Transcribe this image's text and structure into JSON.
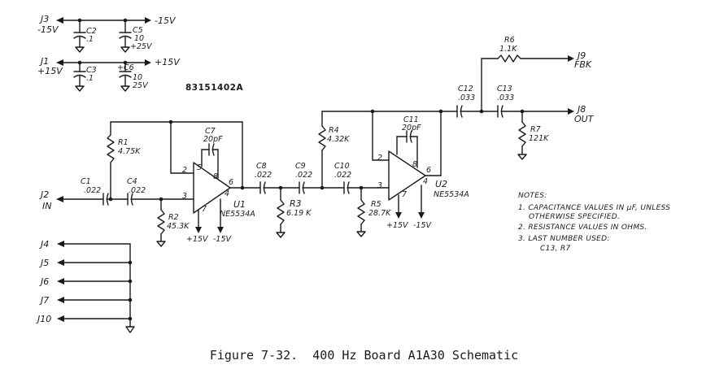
{
  "part_number": "83151402A",
  "connectors": {
    "j3": [
      "J3",
      "-15V"
    ],
    "j1": [
      "J1",
      "+15V"
    ],
    "j2": [
      "J2",
      "IN"
    ],
    "j9": [
      "J9",
      "FBK"
    ],
    "j8": [
      "J8",
      "OUT"
    ],
    "j4": "J4",
    "j5": "J5",
    "j6": "J6",
    "j7": "J7",
    "j10": "J10"
  },
  "rails": {
    "neg": "-15V",
    "pos": "+15V"
  },
  "capacitors": {
    "c2": [
      "C2",
      ".1"
    ],
    "c5": [
      "C5",
      "10",
      "+25V"
    ],
    "c3": [
      "C3",
      ".1"
    ],
    "c6": [
      "+C6",
      "10",
      "25V"
    ],
    "c1": [
      "C1",
      ".022"
    ],
    "c4": [
      "C4",
      ".022"
    ],
    "c7": [
      "C7",
      "20pF"
    ],
    "c8": [
      "C8",
      ".022"
    ],
    "c9": [
      "C9",
      ".022"
    ],
    "c10": [
      "C10",
      ".022"
    ],
    "c11": [
      "C11",
      "20pF"
    ],
    "c12": [
      "C12",
      ".033"
    ],
    "c13": [
      "C13",
      ".033"
    ]
  },
  "resistors": {
    "r1": [
      "R1",
      "4.75K"
    ],
    "r2": [
      "R2",
      "45.3K"
    ],
    "r3": [
      "R3",
      "6.19 K"
    ],
    "r4": [
      "R4",
      "4.32K"
    ],
    "r5": [
      "R5",
      "28.7K"
    ],
    "r6": [
      "R6",
      "1.1K"
    ],
    "r7": [
      "R7",
      "121K"
    ]
  },
  "opamps": {
    "u1": [
      "U1",
      "NE5534A"
    ],
    "u2": [
      "U2",
      "NE5534A"
    ]
  },
  "pins": {
    "u1": [
      "2",
      "5",
      "8",
      "6",
      "3",
      "4",
      "7"
    ],
    "u2": [
      "2",
      "8",
      "6",
      "3",
      "7",
      "4"
    ]
  },
  "supplies": {
    "u1_pos": "+15V",
    "u1_neg": "-15V",
    "u2_pos": "+15V",
    "u2_neg": "-15V"
  },
  "notes": {
    "title": "NOTES:",
    "lines": [
      "1. CAPACITANCE VALUES IN μF, UNLESS",
      "OTHERWISE SPECIFIED.",
      "2. RESISTANCE VALUES IN OHMS.",
      "3. LAST NUMBER USED:",
      "C13, R7"
    ]
  },
  "caption": "Figure 7-32.  400 Hz Board A1A30 Schematic"
}
